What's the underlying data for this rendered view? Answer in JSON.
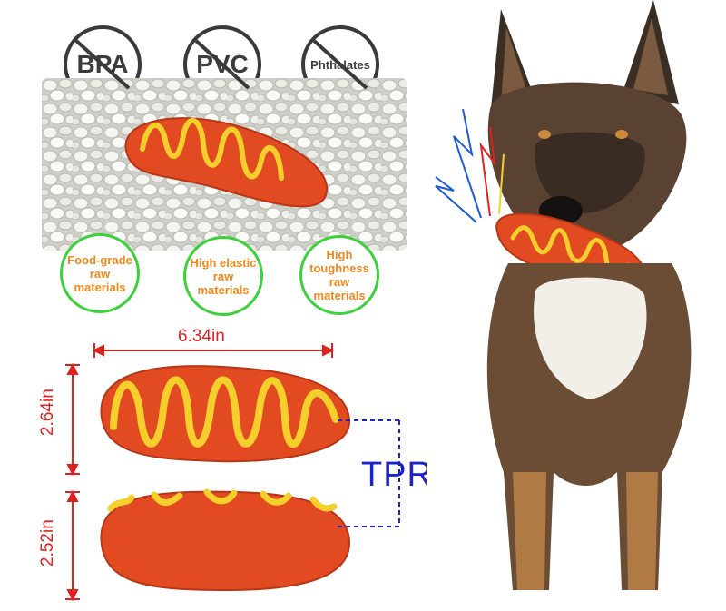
{
  "badges": {
    "bpa": "BPA",
    "pvc": "PVC",
    "phthalates": "Phthalates"
  },
  "features": [
    "Food-grade raw materials",
    "High elastic raw materials",
    "High toughness raw materials"
  ],
  "dimensions": {
    "length": "6.34in",
    "height_top": "2.64in",
    "height_bottom": "2.52in"
  },
  "material_label": "TPR",
  "colors": {
    "sausage": "#e24a22",
    "mustard": "#f6cf2c",
    "dimension_red": "#e0211e",
    "tpr_blue": "#1d23c8",
    "badge_green": "#3bd13b",
    "feature_orange": "#f08a1c"
  }
}
